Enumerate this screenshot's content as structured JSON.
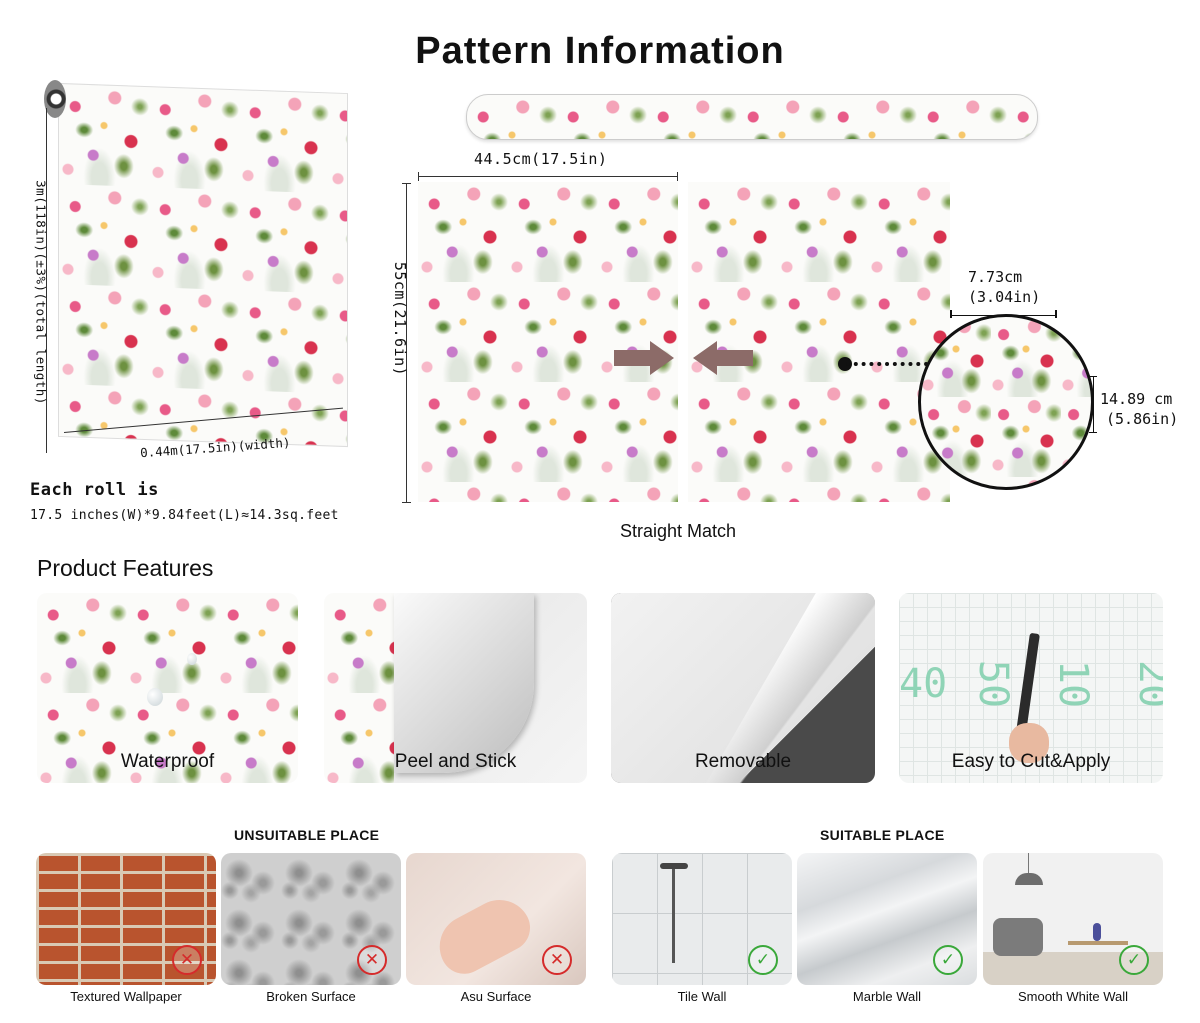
{
  "header": {
    "title": "Pattern Information"
  },
  "roll": {
    "length_label": "3m(118in)(±3%)(total length)",
    "width_label": "0.44m(17.5in)(width)",
    "each_roll_title": "Each roll is",
    "each_roll_detail": "17.5 inches(W)*9.84feet(L)≈14.3sq.feet"
  },
  "match": {
    "panel_width": "44.5cm(17.5in)",
    "panel_height": "55cm(21.6in)",
    "repeat_width_cm": "7.73cm",
    "repeat_width_in": "(3.04in)",
    "repeat_height_cm": "14.89 cm",
    "repeat_height_in": "(5.86in)",
    "match_type": "Straight Match"
  },
  "features": {
    "title": "Product Features",
    "items": [
      {
        "label": "Waterproof"
      },
      {
        "label": "Peel and Stick"
      },
      {
        "label": "Removable"
      },
      {
        "label": "Easy to Cut&Apply"
      }
    ]
  },
  "unsuitable": {
    "title": "UNSUITABLE PLACE",
    "items": [
      {
        "label": "Textured Wallpaper",
        "badge": "✕"
      },
      {
        "label": "Broken Surface",
        "badge": "✕"
      },
      {
        "label": "Asu Surface",
        "badge": "✕"
      }
    ]
  },
  "suitable": {
    "title": "SUITABLE PLACE",
    "items": [
      {
        "label": "Tile Wall",
        "badge": "✓"
      },
      {
        "label": "Marble Wall",
        "badge": "✓"
      },
      {
        "label": "Smooth White Wall",
        "badge": "✓"
      }
    ]
  },
  "ruler_numbers": [
    "40",
    "50",
    "10",
    "20"
  ],
  "colors": {
    "arrow": "#8c6b68",
    "bad": "#d52b2b",
    "good": "#3aa83a"
  }
}
